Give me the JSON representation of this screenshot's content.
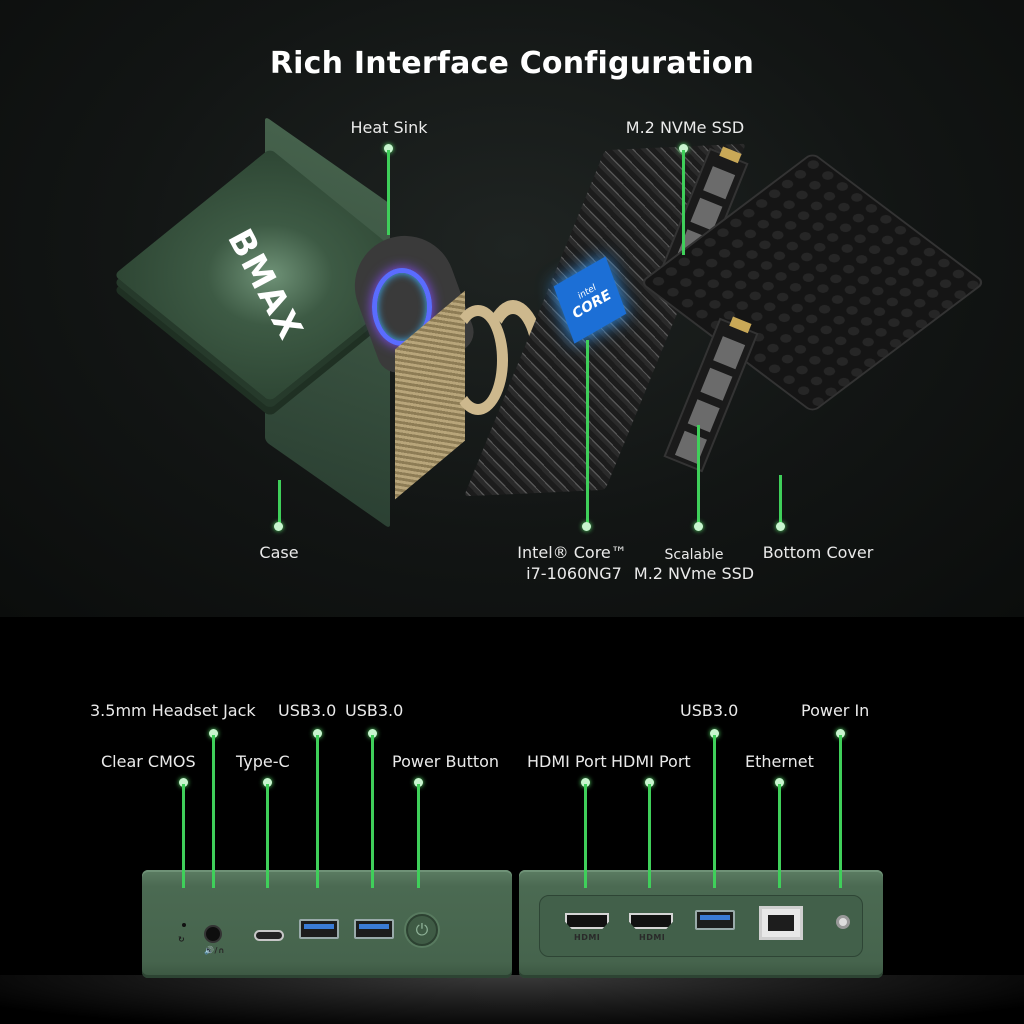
{
  "title": "Rich Interface Configuration",
  "exploded_view": {
    "labels": {
      "heat_sink": "Heat Sink",
      "m2_ssd": "M.2 NVMe SSD",
      "case": "Case",
      "cpu_line1": "Intel® Core™",
      "cpu_line2": "i7-1060NG7",
      "scalable_line1": "Scalable",
      "scalable_line2": "M.2 NVme SSD",
      "bottom_cover": "Bottom Cover"
    },
    "case_logo": "BMAX",
    "cpu_chip_line1": "intel",
    "cpu_chip_line2": "CORE"
  },
  "front_panel": {
    "labels": {
      "headset_jack": "3.5mm Headset Jack",
      "usb1": "USB3.0",
      "usb2": "USB3.0",
      "clear_cmos": "Clear CMOS",
      "type_c": "Type-C",
      "power_button": "Power Button"
    }
  },
  "back_panel": {
    "labels": {
      "usb": "USB3.0",
      "power_in": "Power In",
      "hdmi1": "HDMI Port",
      "hdmi2": "HDMI Port",
      "ethernet": "Ethernet"
    },
    "hdmi_marking": "HDMI"
  },
  "colors": {
    "callout_line": "#3fcf5a",
    "device_green": "#4b6a52",
    "background": "#000000"
  }
}
